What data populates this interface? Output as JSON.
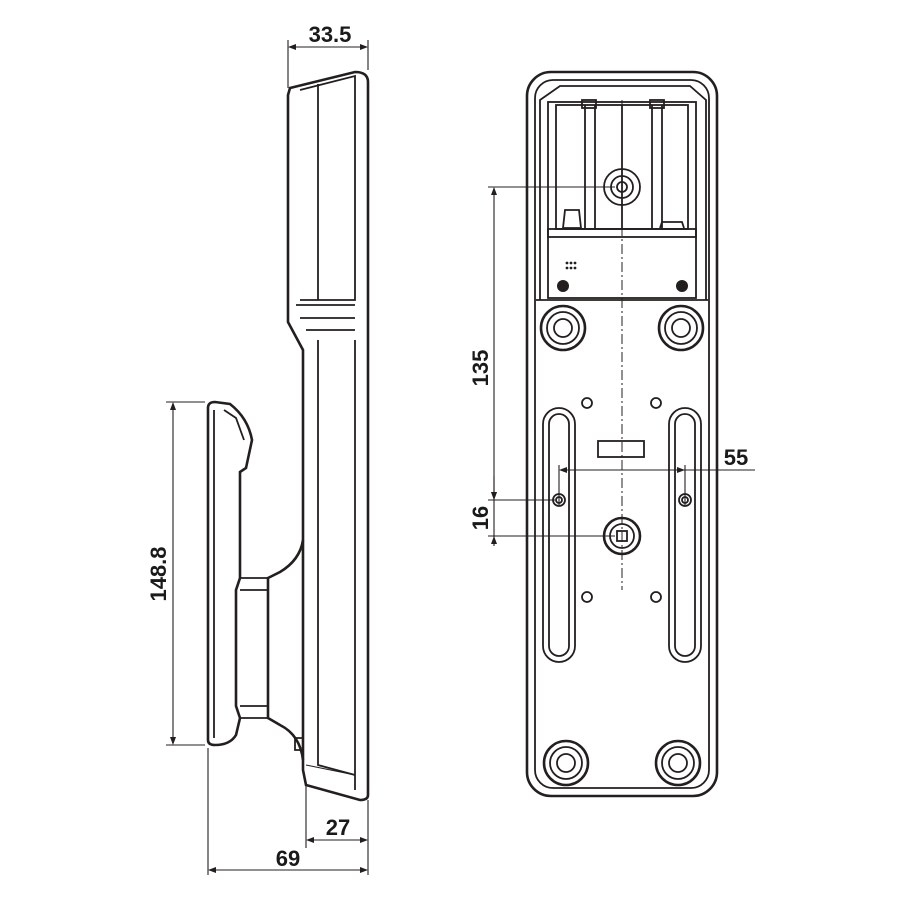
{
  "drawing": {
    "line_color": "#231f1f",
    "background": "#ffffff",
    "dimensions": {
      "side_top_depth": "33.5",
      "side_height": "148.8",
      "side_bottom_depth": "27",
      "side_total_depth": "69",
      "front_vertical_span": "135",
      "front_horizontal_span": "55",
      "front_small_offset": "16"
    }
  }
}
